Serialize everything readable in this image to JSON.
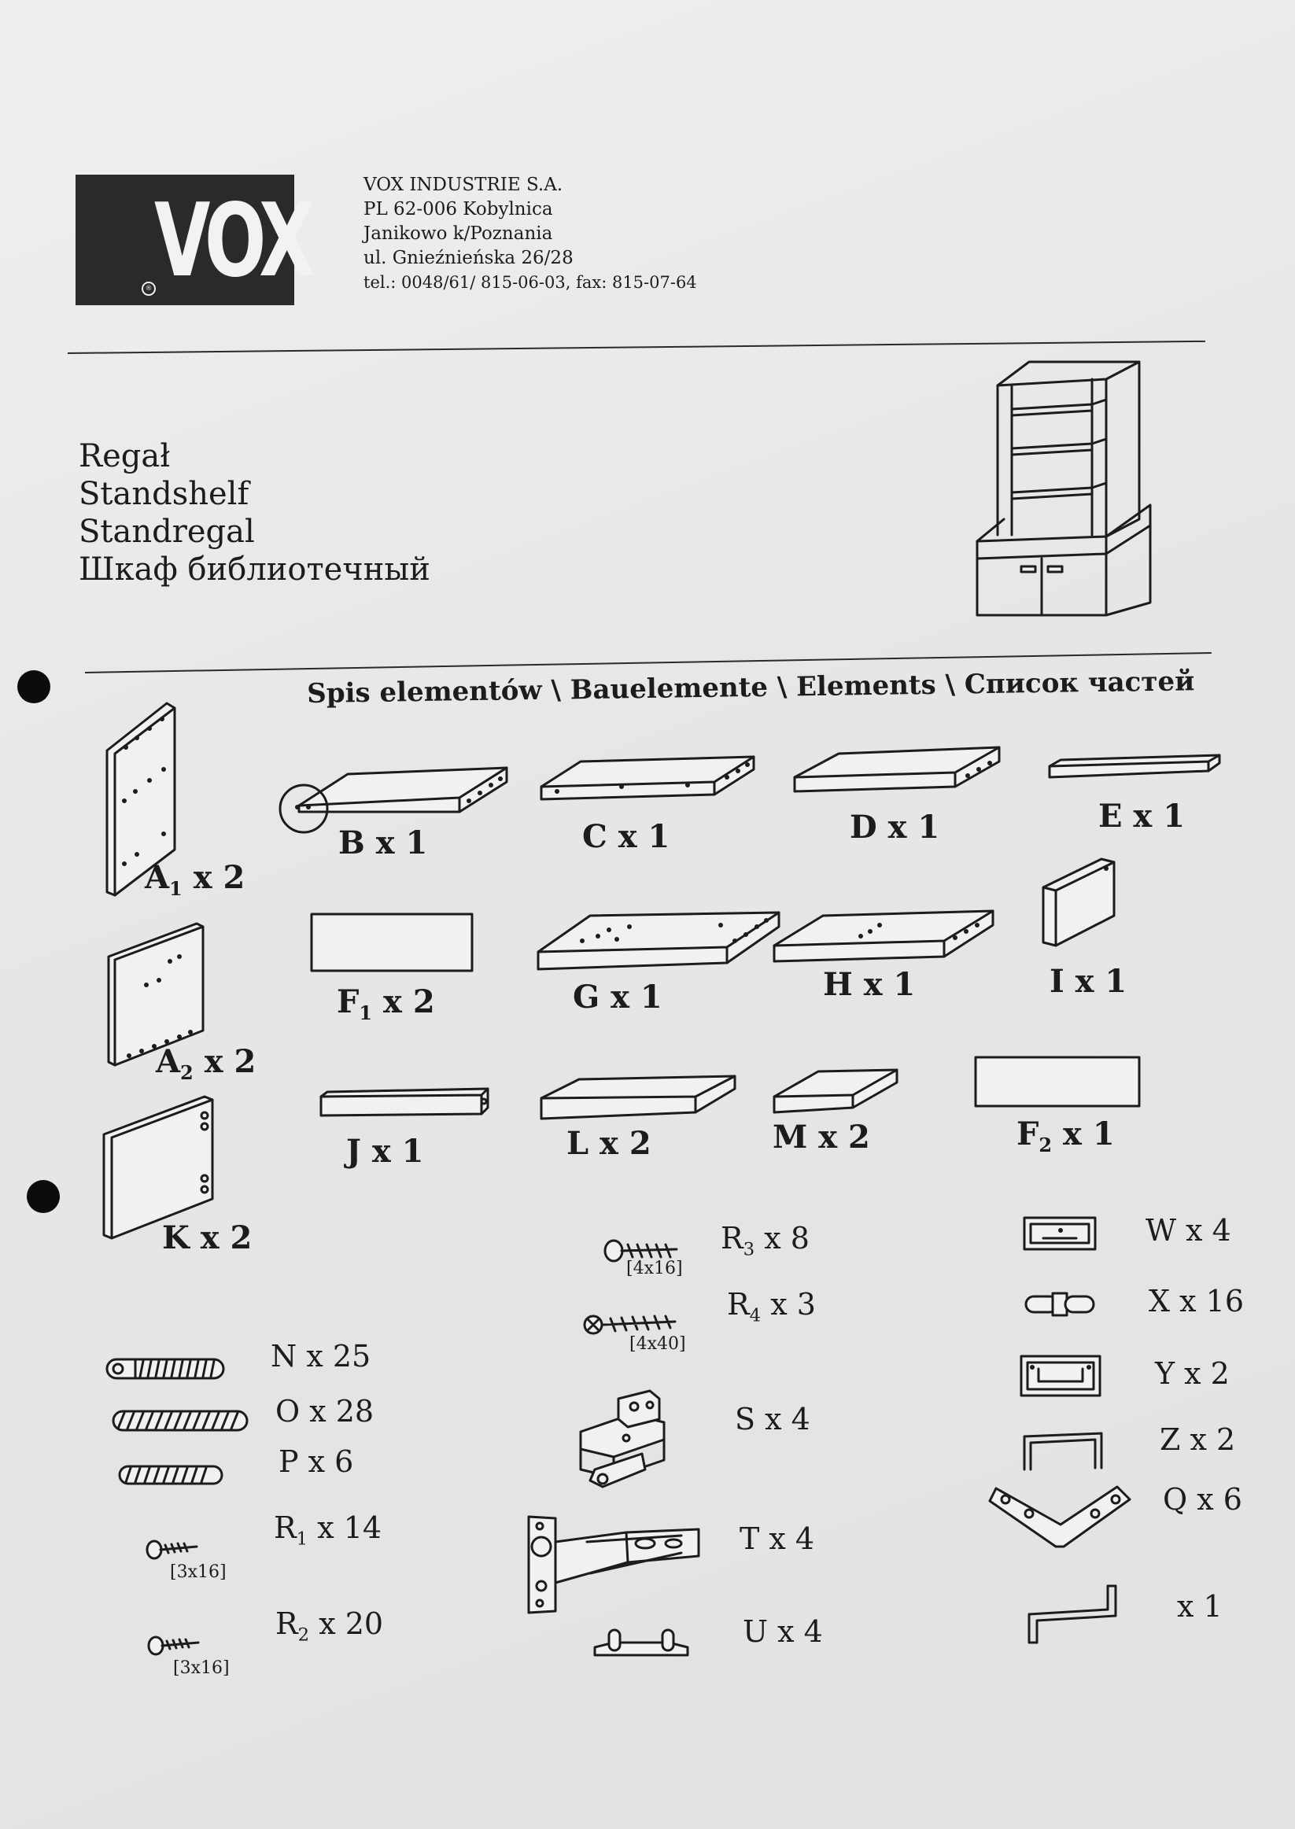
{
  "brand": {
    "logo_text": "VOX",
    "registered_mark": "®"
  },
  "company": {
    "lines": [
      "VOX INDUSTRIE S.A.",
      "PL 62-006 Kobylnica",
      "Janikowo k/Poznania",
      "ul. Gnieźnieńska 26/28",
      "tel.: 0048/61/ 815-06-03, fax: 815-07-64"
    ]
  },
  "product": {
    "names": [
      "Regał",
      "Standshelf",
      "Standregal",
      "Шкаф библиотечный"
    ]
  },
  "elements_heading": "Spis elementów \\ Bauelemente \\ Elements \\ Список частей",
  "panels": {
    "A1": {
      "letter": "A",
      "sub": "1",
      "qty": "x 2"
    },
    "A2": {
      "letter": "A",
      "sub": "2",
      "qty": "x 2"
    },
    "K": {
      "label": "K x 2"
    },
    "B": {
      "label": "B x 1"
    },
    "C": {
      "label": "C x 1"
    },
    "D": {
      "label": "D x 1"
    },
    "E": {
      "label": "E x 1"
    },
    "F1": {
      "letter": "F",
      "sub": "1",
      "qty": "x 2"
    },
    "G": {
      "label": "G x 1"
    },
    "H": {
      "label": "H x 1"
    },
    "I": {
      "label": "I x 1"
    },
    "J": {
      "label": "J x 1"
    },
    "L": {
      "label": "L x 2"
    },
    "M": {
      "label": "M x 2"
    },
    "F2": {
      "letter": "F",
      "sub": "2",
      "qty": "x 1"
    }
  },
  "hardware": {
    "N": {
      "label": "N x 25"
    },
    "O": {
      "label": "O x 28"
    },
    "P": {
      "label": "P x 6"
    },
    "R1": {
      "letter": "R",
      "sub": "1",
      "qty": "x 14",
      "size": "[3x16]"
    },
    "R2": {
      "letter": "R",
      "sub": "2",
      "qty": "x 20",
      "size": "[3x16]"
    },
    "R3": {
      "letter": "R",
      "sub": "3",
      "qty": "x 8",
      "size": "[4x16]"
    },
    "R4": {
      "letter": "R",
      "sub": "4",
      "qty": "x 3",
      "size": "[4x40]"
    },
    "S": {
      "label": "S x 4"
    },
    "T": {
      "label": "T x 4"
    },
    "U": {
      "label": "U x 4"
    },
    "W": {
      "label": "W x 4"
    },
    "X": {
      "label": "X x 16"
    },
    "Y": {
      "label": "Y x 2"
    },
    "Z": {
      "label": "Z x 2"
    },
    "Q": {
      "label": "Q x 6"
    },
    "key": {
      "label": "x 1"
    }
  }
}
